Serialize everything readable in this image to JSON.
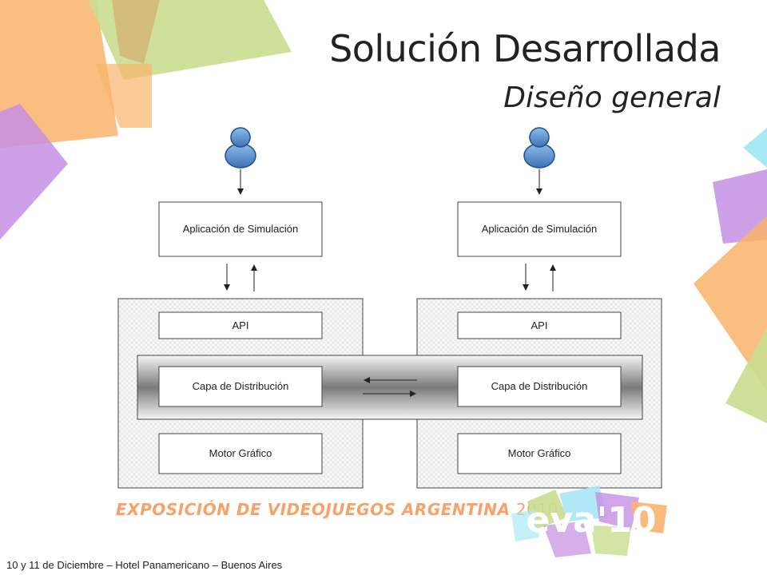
{
  "slide": {
    "title": "Solución Desarrollada",
    "subtitle": "Diseño general"
  },
  "diagram": {
    "left": {
      "app_label": "Aplicación de Simulación",
      "api_label": "API",
      "distribution_label": "Capa de Distribución",
      "engine_label": "Motor Gráfico"
    },
    "right": {
      "app_label": "Aplicación de Simulación",
      "api_label": "API",
      "distribution_label": "Capa de Distribución",
      "engine_label": "Motor Gráfico"
    }
  },
  "branding": {
    "exhibition_text": "EXPOSICIÓN DE VIDEOJUEGOS ARGENTINA",
    "exhibition_year": "2010",
    "logo_text": "eva'10",
    "accent_colors": [
      "#f9b36b",
      "#c9dd8e",
      "#c68fe3",
      "#a9e8f5",
      "#f6a36a"
    ]
  },
  "footer": {
    "text": "10 y 11 de Diciembre – Hotel Panamericano – Buenos Aires"
  }
}
